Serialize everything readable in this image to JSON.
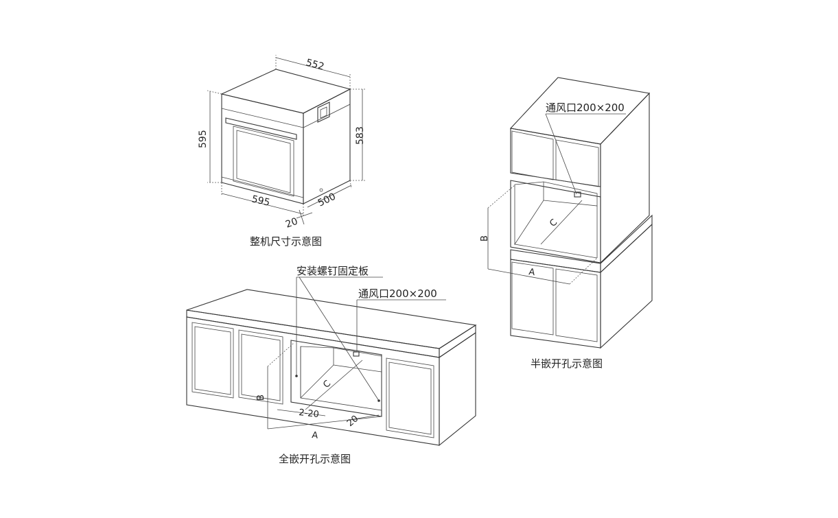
{
  "oven_dims": {
    "depth_top": "552",
    "height_front": "595",
    "height_side": "583",
    "width_bottom": "595",
    "depth_bottom": "500",
    "offset": "20"
  },
  "captions": {
    "oven": "整机尺寸示意图",
    "full": "全嵌开孔示意图",
    "half": "半嵌开孔示意图"
  },
  "full_labels": {
    "screw_plate": "安装螺钉固定板",
    "vent": "通风口200×200",
    "a": "A",
    "b": "B",
    "c": "C",
    "gap": "2-20",
    "offset": "20"
  },
  "half_labels": {
    "vent": "通风口200×200",
    "a": "A",
    "b": "B",
    "c": "C"
  }
}
